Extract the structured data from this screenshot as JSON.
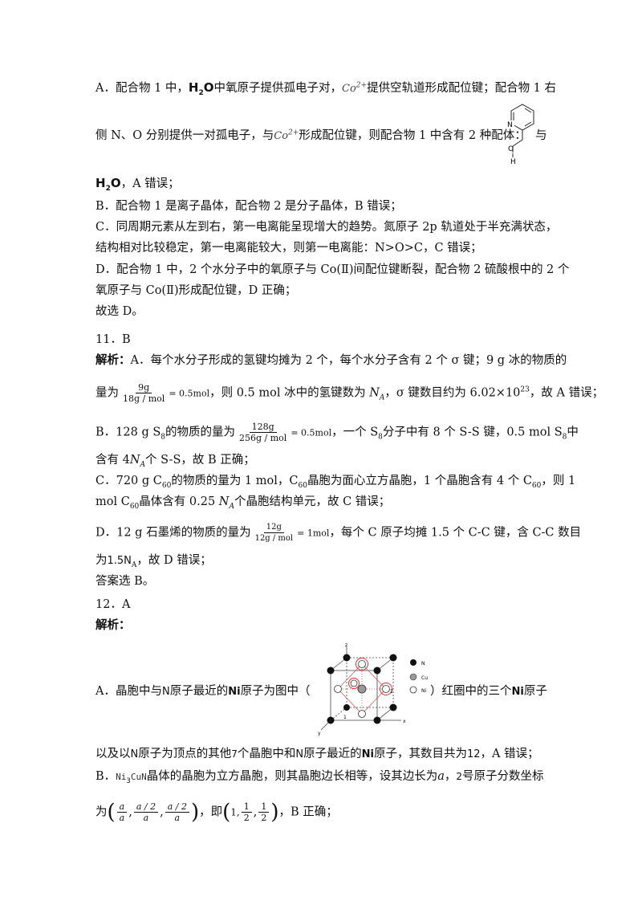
{
  "lines": [
    {
      "id": "l1",
      "segs": [
        "A．配合物 1 中，",
        "H",
        "2",
        "O",
        "中氧原子提供孤电子对，",
        "Co",
        "2+",
        "提供空轨道形成配位键；配合物 1 右"
      ]
    },
    {
      "id": "l2",
      "segs": [
        "侧 N、O 分别提供一对孤电子，与",
        "Co",
        "2+",
        "形成配位键，则配合物 1 中含有 2 种配体：",
        "与"
      ]
    },
    {
      "id": "l3",
      "segs": [
        "H",
        "2",
        "O",
        "，A 错误；"
      ]
    },
    {
      "id": "l4",
      "text": "B．配合物 1 是离子晶体，配合物 2 是分子晶体，B 错误；"
    },
    {
      "id": "l5",
      "text": "C．同周期元素从左到右，第一电离能呈现增大的趋势。氮原子 2p 轨道处于半充满状态，"
    },
    {
      "id": "l6",
      "text": "结构相对比较稳定，第一电离能较大，则第一电离能：N>O>C，C 错误；"
    },
    {
      "id": "l7",
      "text": "D．配合物 1 中，2 个水分子中的氧原子与 Co(Ⅱ)间配位键断裂，配合物 2 硫酸根中的 2 个"
    },
    {
      "id": "l8",
      "text": "氧原子与 Co(Ⅱ)形成配位键，D 正确；"
    },
    {
      "id": "l9",
      "text": "故选 D。"
    },
    {
      "id": "l10",
      "text": "11．B"
    },
    {
      "id": "l11",
      "segs": [
        "解析：",
        "A．每个水分子形成的氢键均摊为 2 个，每个水分子含有 2 个 σ 键；9 g 冰的物质的"
      ]
    },
    {
      "id": "l12",
      "segs": [
        "量为",
        "9g",
        "18g / mol",
        "= 0.5mol",
        "，则 0.5 mol 冰中的氢键数为 ",
        "N",
        "A",
        "，σ 键数目约为 6.02×10",
        "23",
        "，故 A 错误；"
      ]
    },
    {
      "id": "l13",
      "segs": [
        "B．128 g S",
        "8",
        "的物质的量为",
        "128g",
        "256g / mol",
        "= 0.5mol",
        "，一个 S",
        "8",
        "分子中有 8 个 S-S 键，0.5 mol S",
        "8",
        "中"
      ]
    },
    {
      "id": "l14",
      "segs": [
        "含有 4",
        "N",
        "A",
        "个 S-S，故 B 正确；"
      ]
    },
    {
      "id": "l15",
      "segs": [
        "C．720 g C",
        "60",
        "的物质的量为 1 mol，C",
        "60",
        "晶胞为面心立方晶胞，1 个晶胞含有 4 个 C",
        "60",
        "，则 1"
      ]
    },
    {
      "id": "l16",
      "segs": [
        "mol C",
        "60",
        "晶体含有 0.25 ",
        "N",
        "A",
        "个晶胞结构单元，故 C 错误；"
      ]
    },
    {
      "id": "l17",
      "segs": [
        "D．12 g 石墨烯的物质的量为",
        "12g",
        "12g / mol",
        "= 1mol",
        "，每个 C 原子均摊 1.5 个 C-C 键，含 C-C 数目"
      ]
    },
    {
      "id": "l18",
      "segs": [
        "为",
        "1.5N",
        "A",
        "，故 D 错误；"
      ]
    },
    {
      "id": "l19",
      "text": "答案选 B。"
    },
    {
      "id": "l20",
      "text": "12．A"
    },
    {
      "id": "l21",
      "text": "解析："
    },
    {
      "id": "l22",
      "segs": [
        "A．晶胞中与",
        "N",
        "原子最近的",
        "Ni",
        "原子为图中（",
        "）红圈中的三个",
        "Ni",
        "原子"
      ]
    },
    {
      "id": "l23",
      "segs": [
        "以及以",
        "N",
        "原子为顶点的其他",
        "7",
        "个晶胞中和",
        "N",
        "原子最近的",
        "Ni",
        "原子，其数目共为",
        "12",
        "，A 错误；"
      ]
    },
    {
      "id": "l24",
      "segs": [
        "B．",
        "Ni",
        "3",
        "CuN",
        "晶体的晶胞为立方晶胞，则其晶胞边长相等，设其边长为",
        "a",
        "，",
        "2",
        "号原子分数坐标"
      ]
    },
    {
      "id": "l25",
      "segs": [
        "为",
        "a",
        "a",
        "a / 2",
        "a",
        "a / 2",
        "a",
        "，即",
        "1,",
        "1",
        "2",
        "1",
        "2",
        "，B 正确；"
      ]
    }
  ],
  "molecule": {
    "n": "N",
    "o": "O",
    "h": "H"
  },
  "crystal": {
    "legend": [
      "N",
      "Cu",
      "Ni"
    ],
    "axes": [
      "z",
      "x",
      "y"
    ],
    "nums": [
      "1",
      "2"
    ]
  }
}
